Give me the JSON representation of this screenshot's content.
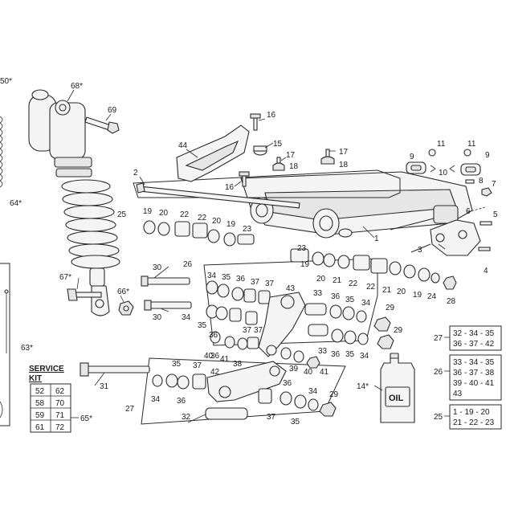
{
  "labels": {
    "l50": "50*",
    "l68": "68*",
    "l69": "69",
    "l64": "64*",
    "l67": "67*",
    "l66": "66*",
    "l63": "63*",
    "l44": "44",
    "l16a": "16",
    "l15": "15",
    "l17a": "17",
    "l18a": "18",
    "l16b": "16",
    "l17b": "17",
    "l18b": "18",
    "l2": "2",
    "l25": "25",
    "l1": "1",
    "l9a": "9",
    "l11a": "11",
    "l11b": "11",
    "l9b": "9",
    "l10": "10",
    "l8": "8",
    "l7": "7",
    "l6": "6",
    "l5": "5",
    "l3": "3",
    "l4": "4",
    "r19a": "19",
    "r20a": "20",
    "r22a": "22",
    "r22b": "22",
    "r20b": "20",
    "r19b": "19",
    "r23": "23",
    "l26": "26",
    "l30a": "30",
    "l30b": "30",
    "l34a": "34",
    "l35a": "35",
    "l36a": "36",
    "l37a": "37",
    "l37b": "37",
    "l43": "43",
    "l23b": "23",
    "l19c": "19",
    "l20c": "20",
    "l21a": "21",
    "l22c": "22",
    "l22d": "22",
    "l21b": "21",
    "l20d": "20",
    "l19d": "19",
    "l24": "24",
    "l28": "28",
    "l34b": "34",
    "l36b": "36",
    "l37c": "37",
    "l37d": "37",
    "l35b": "35",
    "l33a": "33",
    "l36c": "36",
    "l35c": "35",
    "l34c": "34",
    "l29a": "29",
    "l36d": "36",
    "l40a": "40",
    "l41a": "41",
    "l38": "38",
    "l33b": "33",
    "l36e": "36",
    "l35d": "35",
    "l34d": "34",
    "l29b": "29",
    "l39": "39",
    "l40b": "40",
    "l41b": "41",
    "l35e": "35",
    "l37e": "37",
    "l42": "42",
    "l31": "31",
    "l34e": "34",
    "l36f": "36",
    "l27": "27",
    "l32": "32",
    "l36g": "36",
    "l37f": "37",
    "l35f": "35",
    "l34f": "34",
    "l29c": "29",
    "l14": "14*",
    "l65": "65*"
  },
  "service_kit": {
    "title_line1": "SERVICE",
    "title_line2": "KIT",
    "rows": [
      [
        "52",
        "62"
      ],
      [
        "58",
        "70"
      ],
      [
        "59",
        "71"
      ],
      [
        "61",
        "72"
      ]
    ]
  },
  "oil_label": "OIL",
  "groups": {
    "g27": {
      "label": "27",
      "lines": [
        "32 - 34 - 35",
        "36 - 37 - 42"
      ]
    },
    "g26": {
      "label": "26",
      "lines": [
        "33 - 34 - 35",
        "36 - 37 - 38",
        "39 - 40 - 41",
        "43"
      ]
    },
    "g25": {
      "label": "25",
      "lines": [
        "1 - 19 - 20",
        "21 - 22 - 23"
      ]
    }
  }
}
